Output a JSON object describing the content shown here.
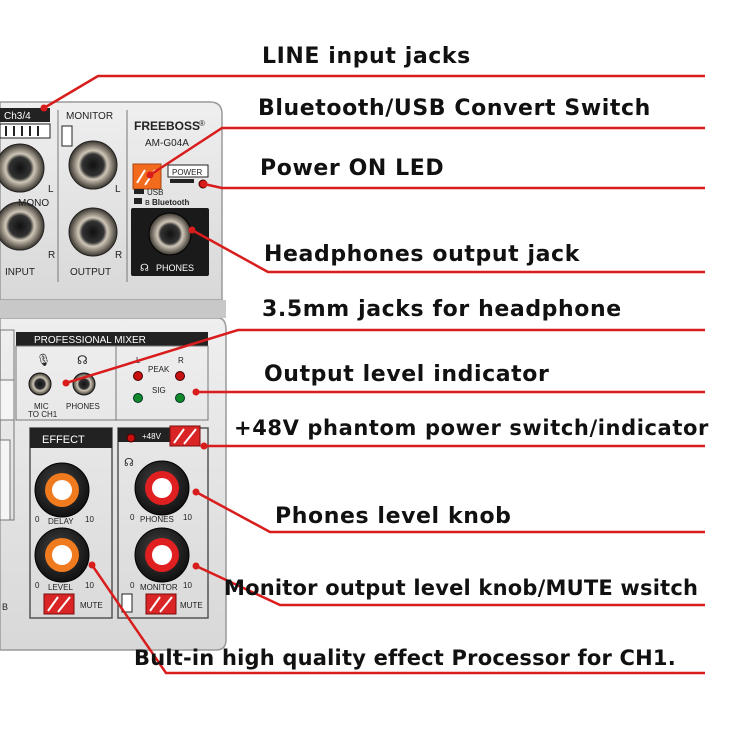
{
  "callouts": {
    "line_input": "LINE input jacks",
    "bt_usb": "Bluetooth/USB Convert Switch",
    "power_led": "Power ON LED",
    "headphones_out": "Headphones output jack",
    "jack_35": "3.5mm jacks for headphone",
    "output_level": "Output level indicator",
    "phantom": "+48V phantom power switch/indicator",
    "phones_knob": "Phones level knob",
    "monitor_knob": "Monitor output level knob/MUTE wsitch",
    "effect": "Bult-in high quality effect Processor for CH1."
  },
  "panel": {
    "ch34": "Ch3/4",
    "monitor": "MONITOR",
    "brand": "FREEBOSS",
    "registered": "®",
    "model": "AM-G04A",
    "power": "POWER",
    "usb": "USB",
    "bluetooth": "Bluetooth",
    "phones": "PHONES",
    "mono": "MONO",
    "l": "L",
    "r": "R",
    "input": "INPUT",
    "output": "OUTPUT",
    "professional_mixer": "PROFESSIONAL MIXER",
    "mic_to_ch1_a": "MIC",
    "mic_to_ch1_b": "TO CH1",
    "phones_small": "PHONES",
    "peak": "PEAK",
    "sig": "SIG",
    "effect": "EFFECT",
    "plus48v": "+48V",
    "delay": "DELAY",
    "level": "LEVEL",
    "phones_knob": "PHONES",
    "monitor_knob": "MONITOR",
    "mute": "MUTE",
    "zero": "0",
    "ten": "10",
    "edge_b": "B"
  },
  "colors": {
    "callout_line": "#d91c1c",
    "panel": "#e4e4e4",
    "knob_accent_effect": "#f07a1e",
    "knob_accent_monitor": "#e02020",
    "led_red": "#c81010",
    "led_green": "#0f8a2a"
  }
}
